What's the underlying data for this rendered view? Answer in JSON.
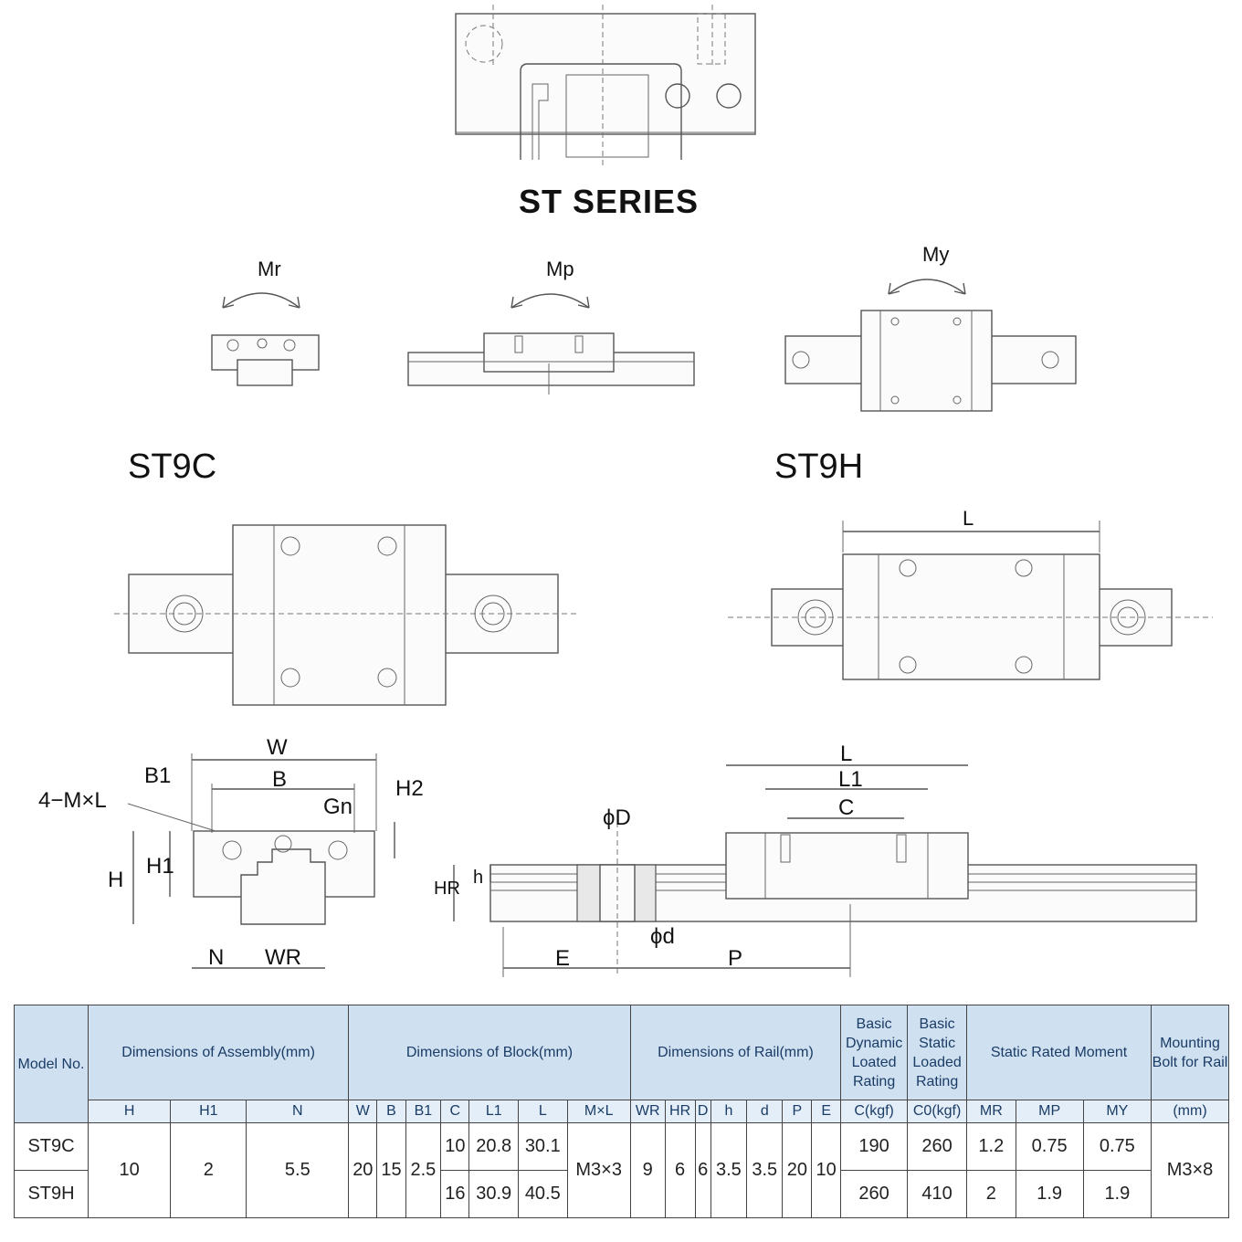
{
  "headings": {
    "series": "ST SERIES",
    "st9c": "ST9C",
    "st9h": "ST9H"
  },
  "moments": {
    "mr": "Mr",
    "mp": "Mp",
    "my": "My"
  },
  "dims": {
    "W": "W",
    "B1": "B1",
    "B": "B",
    "H2": "H2",
    "MxL": "4−M×L",
    "Gn": "Gn",
    "H": "H",
    "H1": "H1",
    "N": "N",
    "WR": "WR",
    "L": "L",
    "L1": "L1",
    "C": "C",
    "phiD": "ϕD",
    "phid": "ϕd",
    "h": "h",
    "HR": "HR",
    "E": "E",
    "P": "P",
    "L_top": "L"
  },
  "table": {
    "group_headers": {
      "model": "Model No.",
      "assembly": "Dimensions of Assembly(mm)",
      "block": "Dimensions of Block(mm)",
      "rail": "Dimensions of Rail(mm)",
      "dynamic": "Basic Dynamic Loated Rating",
      "static": "Basic Static Loaded Rating",
      "moment": "Static Rated Moment",
      "bolt": "Mounting Bolt for Rail"
    },
    "sub_headers": [
      "H",
      "H1",
      "N",
      "W",
      "B",
      "B1",
      "C",
      "L1",
      "L",
      "M×L",
      "WR",
      "HR",
      "D",
      "h",
      "d",
      "P",
      "E",
      "C(kgf)",
      "C0(kgf)",
      "MR",
      "MP",
      "MY",
      "(mm)"
    ],
    "rows": [
      {
        "model": "ST9C",
        "C": "10",
        "L1": "20.8",
        "L": "30.1",
        "Cdyn": "190",
        "C0": "260",
        "MR": "1.2",
        "MP": "0.75",
        "MY": "0.75"
      },
      {
        "model": "ST9H",
        "C": "16",
        "L1": "30.9",
        "L": "40.5",
        "Cdyn": "260",
        "C0": "410",
        "MR": "2",
        "MP": "1.9",
        "MY": "1.9"
      }
    ],
    "shared": {
      "H": "10",
      "H1": "2",
      "N": "5.5",
      "W": "20",
      "B": "15",
      "B1": "2.5",
      "MxL": "M3×3",
      "WR": "9",
      "HR": "6",
      "D": "6",
      "h": "3.5",
      "d": "3.5",
      "P": "20",
      "E": "10",
      "bolt": "M3×8"
    }
  }
}
